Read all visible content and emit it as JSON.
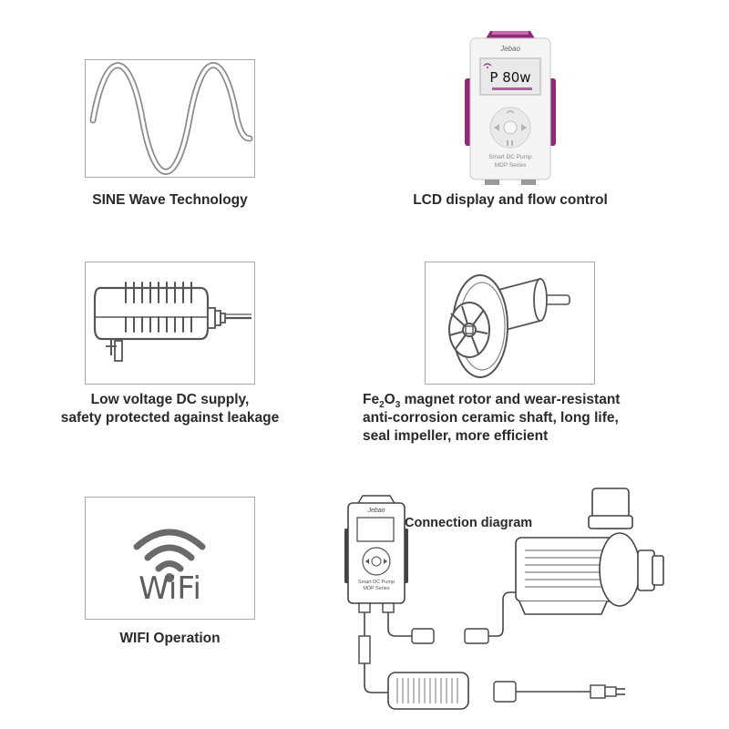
{
  "features": {
    "sine": {
      "caption": "SINE  Wave  Technology"
    },
    "lcd": {
      "caption": "LCD display and flow control",
      "brand": "Jebao",
      "screen_value": "P 80w",
      "model_line1": "Smart DC Pump",
      "model_line2": "MDP Series"
    },
    "dc_supply": {
      "caption_line1": "Low voltage DC supply,",
      "caption_line2": "safety protected against leakage"
    },
    "rotor": {
      "caption_line1_pre": "Fe",
      "caption_line1_sub1": "2",
      "caption_line1_mid": "O",
      "caption_line1_sub2": "3",
      "caption_line1_post": " magnet rotor and wear-resistant",
      "caption_line2": "anti-corrosion ceramic shaft, long life,",
      "caption_line3": "seal impeller, more efficient"
    },
    "wifi": {
      "caption": "WIFI  Operation",
      "label": "WiFi"
    },
    "connection": {
      "caption": "Connection diagram",
      "brand": "Jebao",
      "model_line1": "Smart DC Pump",
      "model_line2": "MDP Series"
    }
  },
  "colors": {
    "accent": "#8e2a78",
    "text": "#2a2a2a",
    "frame": "#a8a8a8"
  }
}
